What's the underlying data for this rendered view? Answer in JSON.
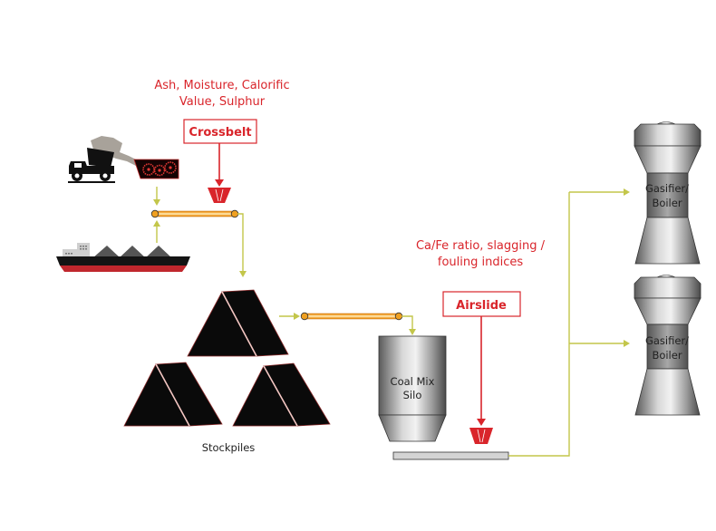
{
  "title": "Coal handling and analyzer placement flow",
  "labels": {
    "crossbelt_params_line1": "Ash, Moisture, Calorific",
    "crossbelt_params_line2": "Value, Sulphur",
    "crossbelt": "Crossbelt",
    "airslide_params_line1": "Ca/Fe ratio, slagging /",
    "airslide_params_line2": "fouling indices",
    "airslide": "Airslide",
    "silo_line1": "Coal Mix",
    "silo_line2": "Silo",
    "stockpiles": "Stockpiles",
    "gasifier1_line1": "Gasifier/",
    "gasifier1_line2": "Boiler",
    "gasifier2_line1": "Gasifier/",
    "gasifier2_line2": "Boiler"
  },
  "nodes": [
    {
      "id": "truck",
      "name": "Dump truck"
    },
    {
      "id": "crusher",
      "name": "Crusher"
    },
    {
      "id": "ship",
      "name": "Coal ship"
    },
    {
      "id": "conveyor1",
      "name": "Conveyor belt 1"
    },
    {
      "id": "crossbelt-analyzer",
      "name": "Crossbelt analyzer"
    },
    {
      "id": "stockpiles",
      "name": "Stockpiles"
    },
    {
      "id": "conveyor2",
      "name": "Conveyor belt 2"
    },
    {
      "id": "silo",
      "name": "Coal Mix Silo"
    },
    {
      "id": "airslide-analyzer",
      "name": "Airslide analyzer"
    },
    {
      "id": "airslide",
      "name": "Airslide"
    },
    {
      "id": "gasifier1",
      "name": "Gasifier/Boiler"
    },
    {
      "id": "gasifier2",
      "name": "Gasifier/Boiler"
    }
  ],
  "edges": [
    {
      "from": "crusher",
      "to": "conveyor1"
    },
    {
      "from": "ship",
      "to": "conveyor1"
    },
    {
      "from": "conveyor1",
      "to": "stockpiles"
    },
    {
      "from": "stockpiles",
      "to": "conveyor2"
    },
    {
      "from": "conveyor2",
      "to": "silo"
    },
    {
      "from": "airslide",
      "to": "gasifier1"
    },
    {
      "from": "airslide",
      "to": "gasifier2"
    },
    {
      "from": "crossbelt-analyzer",
      "to": "conveyor1",
      "style": "measurement"
    },
    {
      "from": "airslide-analyzer",
      "to": "airslide",
      "style": "measurement"
    }
  ],
  "colors": {
    "accent_red": "#d9252b",
    "flow_line": "#c3c64a",
    "belt_orange": "#f0a020",
    "coal_black": "#0a0a0a",
    "steel_gray": "#9a9a9a"
  }
}
